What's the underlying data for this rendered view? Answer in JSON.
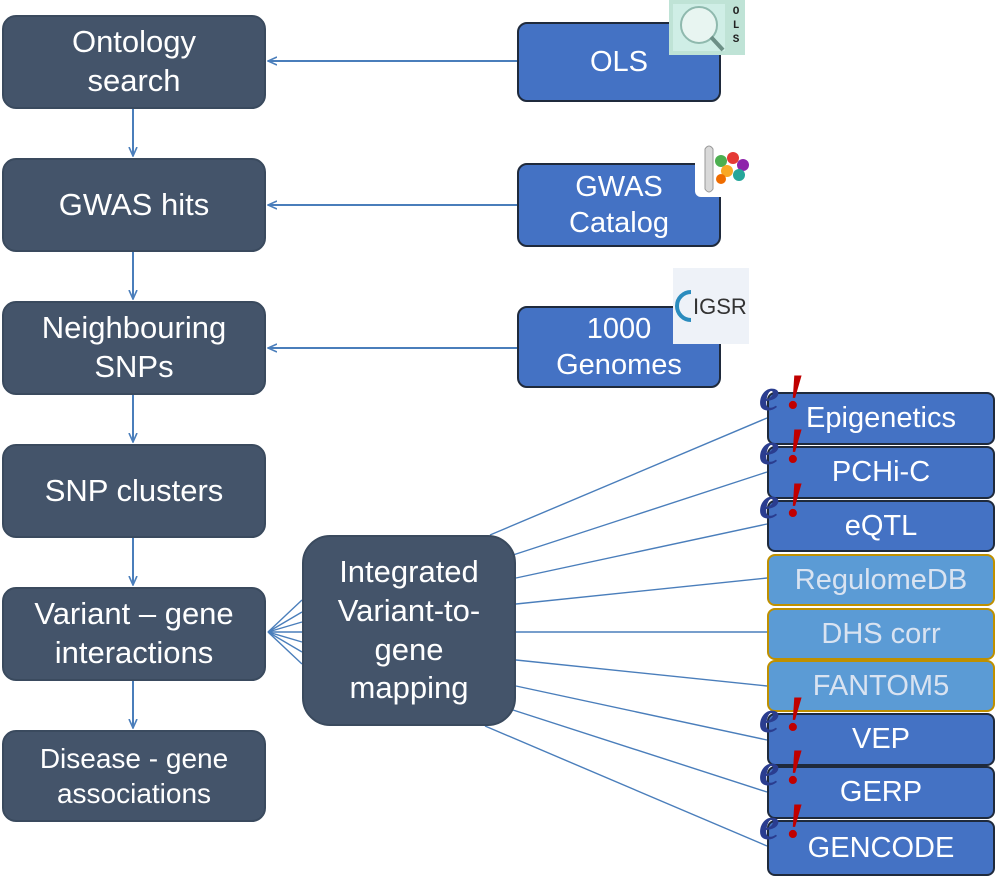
{
  "pipeline": [
    {
      "id": "ontology",
      "label": "Ontology\nsearch"
    },
    {
      "id": "gwas",
      "label": "GWAS hits"
    },
    {
      "id": "neighbour",
      "label": "Neighbouring\nSNPs"
    },
    {
      "id": "clusters",
      "label": "SNP clusters"
    },
    {
      "id": "v2g",
      "label": "Variant – gene\ninteractions"
    },
    {
      "id": "disease",
      "label": "Disease - gene\nassociations"
    }
  ],
  "sources": [
    {
      "id": "ols",
      "label": "OLS",
      "logo_text": "OLS"
    },
    {
      "id": "gwas_catalog",
      "label": "GWAS\nCatalog"
    },
    {
      "id": "genomes",
      "label": "1000\nGenomes",
      "logo_text": "IGSR"
    }
  ],
  "hub": {
    "label": "Integrated\nVariant-to-\ngene\nmapping"
  },
  "features": [
    {
      "id": "epigenetics",
      "label": "Epigenetics",
      "provider": "ensembl"
    },
    {
      "id": "pchic",
      "label": "PCHi-C",
      "provider": "ensembl"
    },
    {
      "id": "eqtl",
      "label": "eQTL",
      "provider": "ensembl"
    },
    {
      "id": "regulomedb",
      "label": "RegulomeDB",
      "provider": "external"
    },
    {
      "id": "dhs",
      "label": "DHS corr",
      "provider": "external"
    },
    {
      "id": "fantom5",
      "label": "FANTOM5",
      "provider": "external"
    },
    {
      "id": "vep",
      "label": "VEP",
      "provider": "ensembl"
    },
    {
      "id": "gerp",
      "label": "GERP",
      "provider": "ensembl"
    },
    {
      "id": "gencode",
      "label": "GENCODE",
      "provider": "ensembl"
    }
  ],
  "colors": {
    "step": "#44546a",
    "source": "#4472c4",
    "external": "#5b9bd5",
    "connector": "#4a7ebb",
    "ensembl_e": "#2a3d8f",
    "ensembl_bang": "#c00000"
  },
  "icons": {
    "ensembl": "ensembl-e-logo",
    "ols": "ols-logo",
    "gwas": "gwas-catalog-logo",
    "igsr": "igsr-logo"
  }
}
